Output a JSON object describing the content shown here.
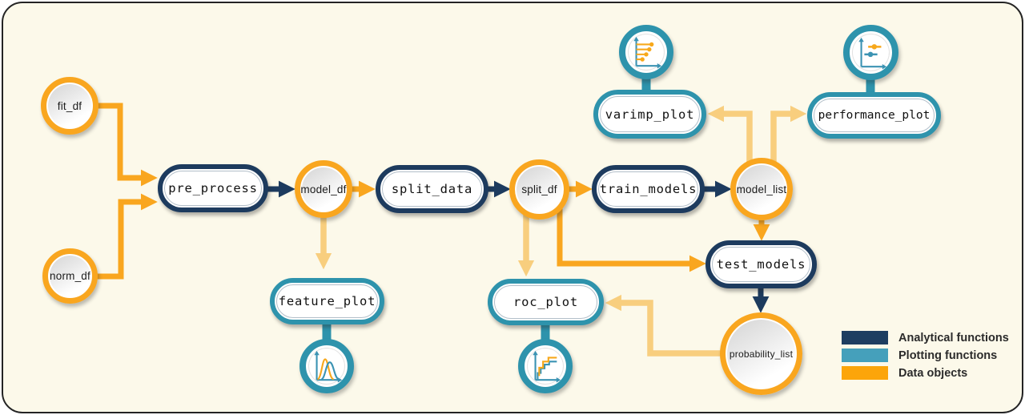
{
  "canvas": {
    "background": "#FCF9EA",
    "border_color": "#242424"
  },
  "palette": {
    "analytical_function": "#1D3B5E",
    "plotting_function": "#2E93AC",
    "data_object": "#F9A61F",
    "plot_input_arrow": "#F8CE7E"
  },
  "nodes": {
    "fit_df": "fit_df",
    "norm_df": "norm_df",
    "pre_process": "pre_process",
    "model_df": "model_df",
    "split_data": "split_data",
    "split_df": "split_df",
    "train_models": "train_models",
    "model_list": "model_list",
    "varimp_plot": "varimp_plot",
    "performance_plot": "performance_plot",
    "test_models": "test_models",
    "probability_list": "probability_list",
    "feature_plot": "feature_plot",
    "roc_plot": "roc_plot"
  },
  "icons": {
    "varimp_plot": "lollipop-chart-icon",
    "performance_plot": "point-range-chart-icon",
    "feature_plot": "density-curves-icon",
    "roc_plot": "roc-curves-icon"
  },
  "edges": [
    {
      "from": "fit_df",
      "to": "pre_process",
      "kind": "data-input"
    },
    {
      "from": "norm_df",
      "to": "pre_process",
      "kind": "data-input"
    },
    {
      "from": "pre_process",
      "to": "model_df",
      "kind": "function-output"
    },
    {
      "from": "model_df",
      "to": "split_data",
      "kind": "data-input"
    },
    {
      "from": "split_data",
      "to": "split_df",
      "kind": "function-output"
    },
    {
      "from": "split_df",
      "to": "train_models",
      "kind": "data-input"
    },
    {
      "from": "train_models",
      "to": "model_list",
      "kind": "function-output"
    },
    {
      "from": "model_list",
      "to": "test_models",
      "kind": "data-input"
    },
    {
      "from": "split_df",
      "to": "test_models",
      "kind": "data-input"
    },
    {
      "from": "test_models",
      "to": "probability_list",
      "kind": "function-output"
    },
    {
      "from": "model_df",
      "to": "feature_plot",
      "kind": "plot-input"
    },
    {
      "from": "split_df",
      "to": "roc_plot",
      "kind": "plot-input"
    },
    {
      "from": "model_list",
      "to": "varimp_plot",
      "kind": "plot-input"
    },
    {
      "from": "model_list",
      "to": "performance_plot",
      "kind": "plot-input"
    },
    {
      "from": "probability_list",
      "to": "roc_plot",
      "kind": "plot-input"
    }
  ],
  "legend": {
    "items": [
      {
        "label": "Analytical functions",
        "color": "#1D3E61"
      },
      {
        "label": "Plotting functions",
        "color": "#45A0BB"
      },
      {
        "label": "Data objects",
        "color": "#FCA50A"
      }
    ]
  }
}
